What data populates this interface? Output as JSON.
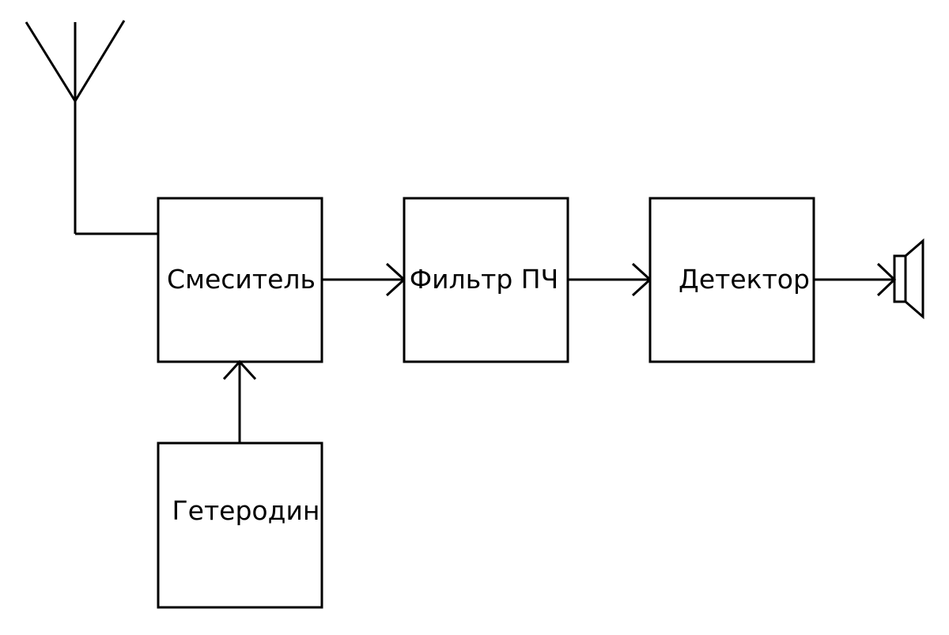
{
  "diagram": {
    "blocks": {
      "mixer": "Смеситель",
      "if_filter": "Фильтр ПЧ",
      "detector": "Детектор",
      "local_oscillator": "Гетеродин"
    },
    "icons": {
      "antenna": "antenna-icon",
      "speaker": "speaker-icon"
    },
    "stroke_color": "#000000",
    "background_color": "#ffffff"
  }
}
